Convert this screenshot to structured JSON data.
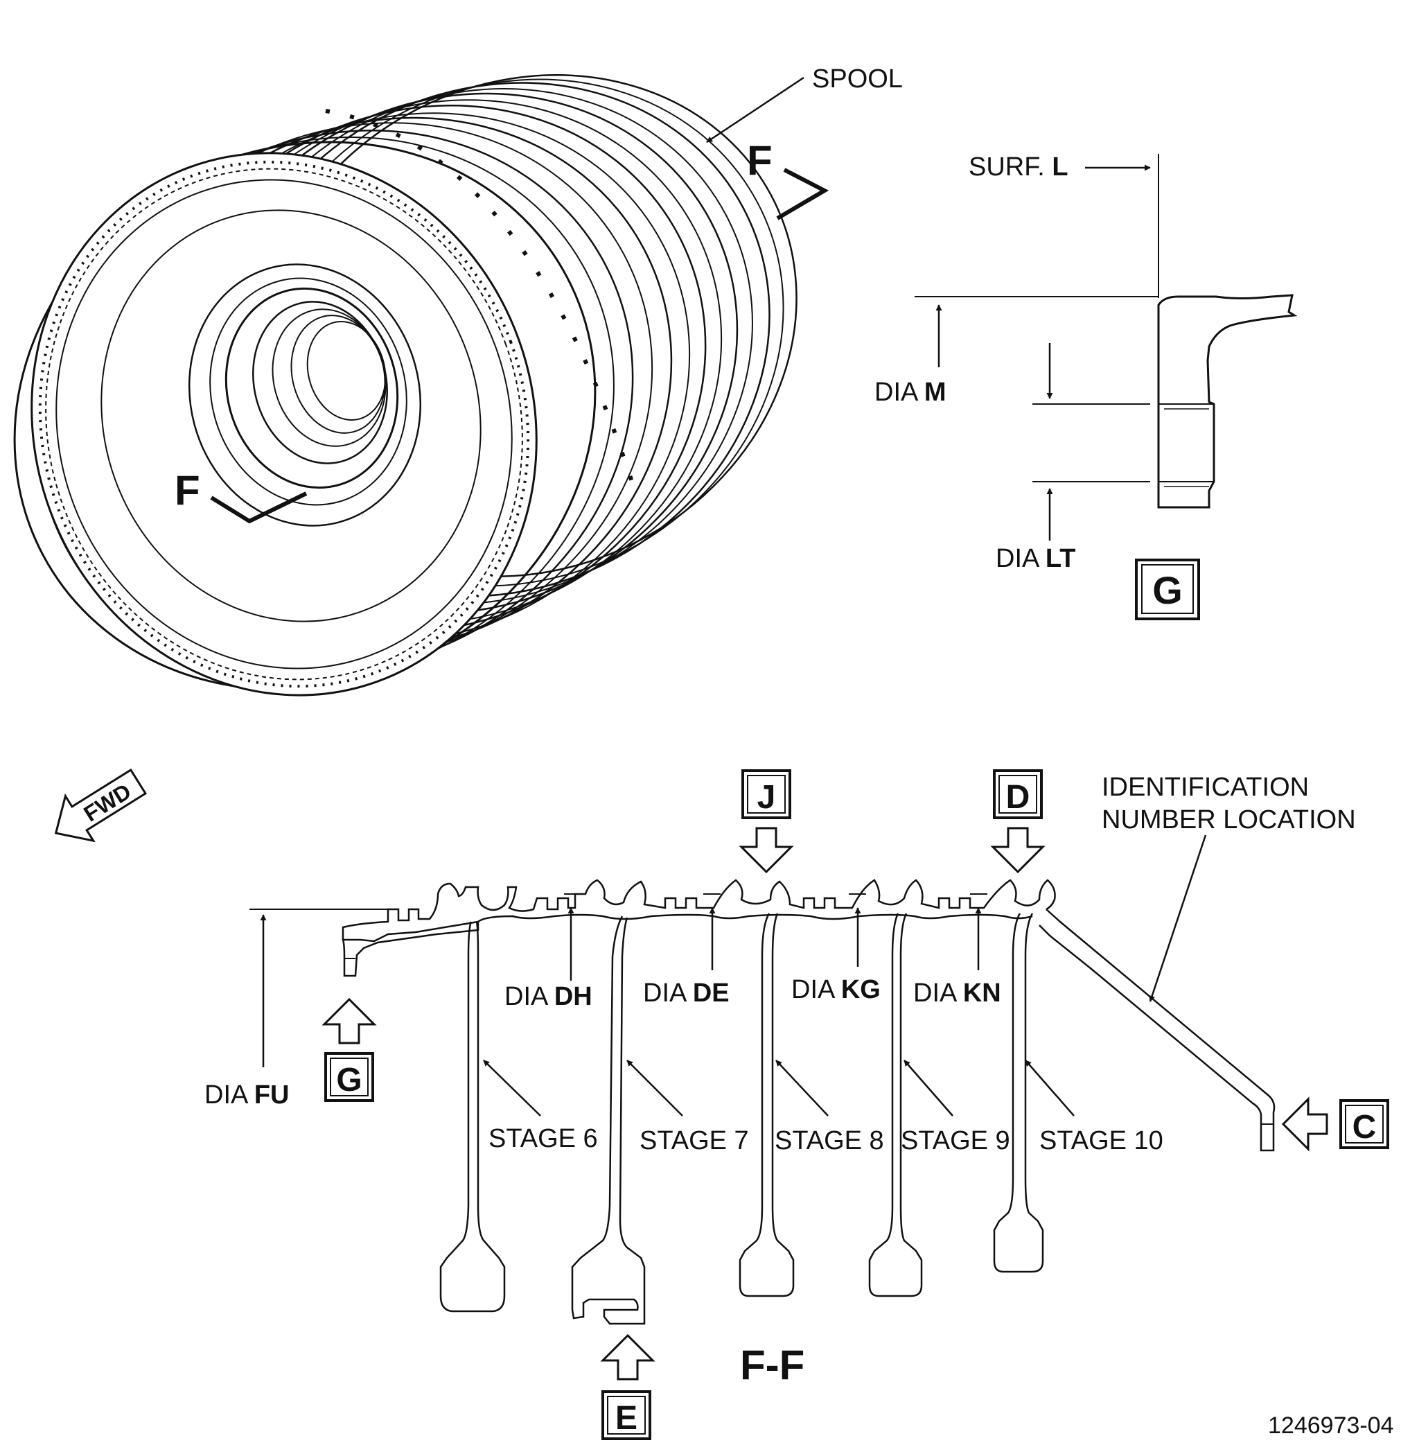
{
  "labels": {
    "spool": "SPOOL",
    "section_mark": "F",
    "surf": "SURF.",
    "surf_letter": "L",
    "dia": "DIA",
    "dia_m": "M",
    "dia_lt": "LT",
    "dia_dh": "DH",
    "dia_de": "DE",
    "dia_kg": "KG",
    "dia_kn": "KN",
    "dia_fu": "FU",
    "fwd": "FWD",
    "id_line1": "IDENTIFICATION",
    "id_line2": "NUMBER LOCATION",
    "section_title": "F-F",
    "stage6": "STAGE 6",
    "stage7": "STAGE 7",
    "stage8": "STAGE 8",
    "stage9": "STAGE 9",
    "stage10": "STAGE 10",
    "figure_number": "1246973-04"
  },
  "view_boxes": {
    "g_detail": "G",
    "j": "J",
    "d": "D",
    "g_section": "G",
    "c": "C",
    "e": "E"
  }
}
